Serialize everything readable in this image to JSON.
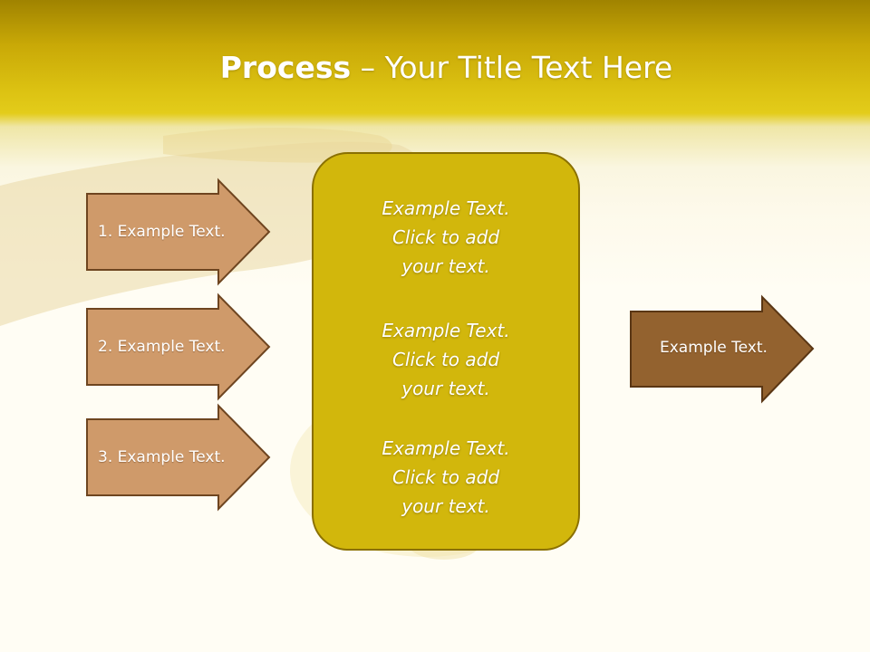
{
  "slide": {
    "title_bold": "Process",
    "title_rest": " – Your Title Text Here"
  },
  "inputs": [
    {
      "label": "1. Example Text."
    },
    {
      "label": "2. Example Text."
    },
    {
      "label": "3. Example Text."
    }
  ],
  "center_box": {
    "items": [
      {
        "text": "Example Text.\nClick  to add\nyour text."
      },
      {
        "text": "Example Text.\nClick  to add\nyour text."
      },
      {
        "text": "Example Text.\nClick  to add\nyour text."
      }
    ]
  },
  "output": {
    "label": "Example Text."
  },
  "colors": {
    "input_arrow_fill": "#cf9a6a",
    "input_arrow_stroke": "#6e4520",
    "output_arrow_fill": "#93622f",
    "output_arrow_stroke": "#5a3614",
    "center_box_fill": "#d2b70c",
    "center_box_stroke": "#8a7000",
    "header_yellow": "#dcc212"
  }
}
